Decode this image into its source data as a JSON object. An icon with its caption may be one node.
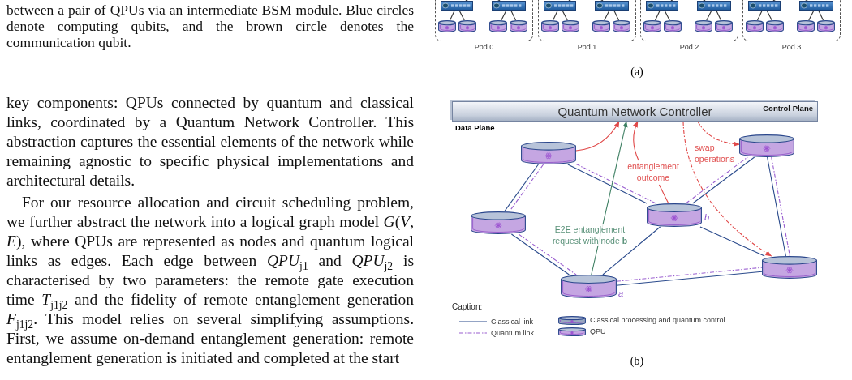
{
  "diagram": {
    "nodes": [
      {
        "text": [
          "Pod 0"
        ]
      },
      {
        "text": [
          "Pod 1"
        ]
      },
      {
        "text": [
          "Pod 2"
        ]
      },
      {
        "text": [
          "Pod 3"
        ]
      },
      {
        "text": [],
        "shape": "box",
        "in": 0
      },
      {
        "text": [],
        "shape": "box",
        "in": 0
      },
      {
        "text": [],
        "shape": "cylinder",
        "in": 0
      },
      {
        "text": [],
        "shape": "cylinder",
        "in": 0
      },
      {
        "text": [],
        "shape": "cylinder",
        "in": 0
      },
      {
        "text": [],
        "shape": "cylinder",
        "in": 0
      },
      {
        "text": [],
        "shape": "box",
        "in": 1
      },
      {
        "text": [],
        "shape": "box",
        "in": 1
      },
      {
        "text": [],
        "shape": "cylinder",
        "in": 1
      },
      {
        "text": [],
        "shape": "cylinder",
        "in": 1
      },
      {
        "text": [],
        "shape": "cylinder",
        "in": 1
      },
      {
        "text": [],
        "shape": "cylinder",
        "in": 1
      },
      {
        "text": [],
        "shape": "box",
        "in": 2
      },
      {
        "text": [],
        "shape": "box",
        "in": 2
      },
      {
        "text": [],
        "shape": "cylinder",
        "in": 2
      },
      {
        "text": [],
        "shape": "cylinder",
        "in": 2
      },
      {
        "text": [],
        "shape": "cylinder",
        "in": 2
      },
      {
        "text": [],
        "shape": "cylinder",
        "in": 2
      },
      {
        "text": [],
        "shape": "box",
        "in": 3
      },
      {
        "text": [],
        "shape": "box",
        "in": 3
      },
      {
        "text": [],
        "shape": "cylinder",
        "in": 3
      },
      {
        "text": [],
        "shape": "cylinder",
        "in": 3
      },
      {
        "text": [],
        "shape": "cylinder",
        "in": 3
      },
      {
        "text": [],
        "shape": "cylinder",
        "in": 3
      },
      {
        "text": [
          "Quantum Network Controller",
          "Control Plane"
        ]
      },
      {
        "text": [],
        "shape": "cylinder"
      },
      {
        "text": [],
        "shape": "cylinder"
      },
      {
        "text": [],
        "shape": "cylinder"
      },
      {
        "text": [],
        "shape": "cylinder",
        "beside": [
          "b"
        ]
      },
      {
        "text": [],
        "shape": "cylinder"
      },
      {
        "text": [],
        "shape": "cylinder",
        "beside": [
          "a"
        ]
      },
      {
        "text": [
          "entanglement outcome"
        ]
      }
    ],
    "edges": [
      {
        "from": 4,
        "to": 6,
        "arrow": "none"
      },
      {
        "from": 4,
        "to": 7,
        "arrow": "none"
      },
      {
        "from": 5,
        "to": 8,
        "arrow": "none"
      },
      {
        "from": 5,
        "to": 9,
        "arrow": "none"
      },
      {
        "from": 4,
        "to": null,
        "arrow": "none"
      },
      {
        "from": 5,
        "to": null,
        "arrow": "none"
      },
      {
        "from": 10,
        "to": 12,
        "arrow": "none"
      },
      {
        "from": 10,
        "to": 13,
        "arrow": "none"
      },
      {
        "from": 11,
        "to": 14,
        "arrow": "none"
      },
      {
        "from": 11,
        "to": 15,
        "arrow": "none"
      },
      {
        "from": 10,
        "to": null,
        "arrow": "none"
      },
      {
        "from": 11,
        "to": null,
        "arrow": "none"
      },
      {
        "from": 16,
        "to": 18,
        "arrow": "none"
      },
      {
        "from": 16,
        "to": 19,
        "arrow": "none"
      },
      {
        "from": 17,
        "to": 20,
        "arrow": "none"
      },
      {
        "from": 17,
        "to": 21,
        "arrow": "none"
      },
      {
        "from": 16,
        "to": null,
        "arrow": "none"
      },
      {
        "from": 17,
        "to": null,
        "arrow": "none"
      },
      {
        "from": 22,
        "to": 24,
        "arrow": "none"
      },
      {
        "from": 22,
        "to": 25,
        "arrow": "none"
      },
      {
        "from": 23,
        "to": 26,
        "arrow": "none"
      },
      {
        "from": 23,
        "to": 27,
        "arrow": "none"
      },
      {
        "from": 22,
        "to": null,
        "arrow": "none"
      },
      {
        "from": 23,
        "to": null,
        "arrow": "none"
      },
      {
        "from": 29,
        "to": 31,
        "arrow": "none",
        "color": "#2a4a8c"
      },
      {
        "from": 29,
        "to": 31,
        "arrow": "none",
        "style": "dashed",
        "color": "#9a5fd0"
      },
      {
        "from": 29,
        "to": 32,
        "arrow": "none",
        "color": "#2a4a8c"
      },
      {
        "from": 29,
        "to": 32,
        "arrow": "none",
        "style": "dashed",
        "color": "#9a5fd0"
      },
      {
        "from": 32,
        "to": 30,
        "arrow": "none",
        "color": "#2a4a8c"
      },
      {
        "from": 32,
        "to": 30,
        "arrow": "none",
        "style": "dashed",
        "color": "#9a5fd0"
      },
      {
        "from": 31,
        "to": 34,
        "arrow": "none",
        "color": "#2a4a8c"
      },
      {
        "from": 31,
        "to": 34,
        "arrow": "none",
        "style": "dashed",
        "color": "#9a5fd0"
      },
      {
        "from": 34,
        "to": 32,
        "arrow": "none",
        "color": "#2a4a8c"
      },
      {
        "from": 32,
        "to": 33,
        "arrow": "none",
        "color": "#2a4a8c"
      },
      {
        "from": 30,
        "to": 33,
        "arrow": "none",
        "color": "#2a4a8c"
      },
      {
        "from": 30,
        "to": 33,
        "arrow": "none",
        "style": "dashed",
        "color": "#9a5fd0"
      },
      {
        "from": 34,
        "to": 33,
        "arrow": "none",
        "color": "#2a4a8c"
      },
      {
        "from": 34,
        "to": 33,
        "arrow": "none",
        "style": "dashed",
        "color": "#9a5fd0"
      },
      {
        "from": 29,
        "to": 28,
        "arrow": "to",
        "color": "#e04848"
      },
      {
        "from": 35,
        "to": 28,
        "arrow": "to",
        "color": "#e04848"
      },
      {
        "from": 35,
        "to": 32,
        "arrow": "none",
        "color": "#e04848"
      },
      {
        "from": 28,
        "to": 30,
        "arrow": "to",
        "style": "dashed",
        "color": "#e04848"
      },
      {
        "from": 28,
        "to": 33,
        "arrow": "to",
        "style": "dashed",
        "color": "#e04848"
      },
      {
        "from": 34,
        "to": 28,
        "arrow": "to",
        "color": "#3d7f62",
        "label": "E2E entanglement request with node **b**"
      }
    ],
    "labels": [
      "between a pair of QPUs via an intermediate BSM module. Blue circles denote computing qubits, and the brown circle denotes the communication qubit.",
      "key components: QPUs connected by quantum and classical links, coordinated by a Quantum Network Controller. This abstraction captures the essential elements of the network while remaining agnostic to specific physical implementations and architectural details.",
      "For our resource allocation and circuit scheduling problem, we further abstract the network into a logical graph model *G*(*V*, *E*), where QPUs are represented as nodes and quantum logical links as edges. Each edge between *QPU*$_{j1}$ and *QPU*$_{j2}$ is characterised by two parameters: the remote gate execution time *T*$_{j1j2}$ and the fidelity of remote entanglement generation *F*$_{j1j2}$. This model relies on several simplifying assumptions. First, we assume on-demand entanglement generation: remote entanglement generation is initiated and completed at the start",
      "(a)",
      "Data Plane",
      "swap operations",
      "Caption:",
      "(b)"
    ],
    "legend": [
      {
        "text": "Classical link"
      },
      {
        "text": "Quantum link"
      },
      {
        "text": "Classical processing and quantum control"
      },
      {
        "text": "QPU"
      }
    ]
  }
}
